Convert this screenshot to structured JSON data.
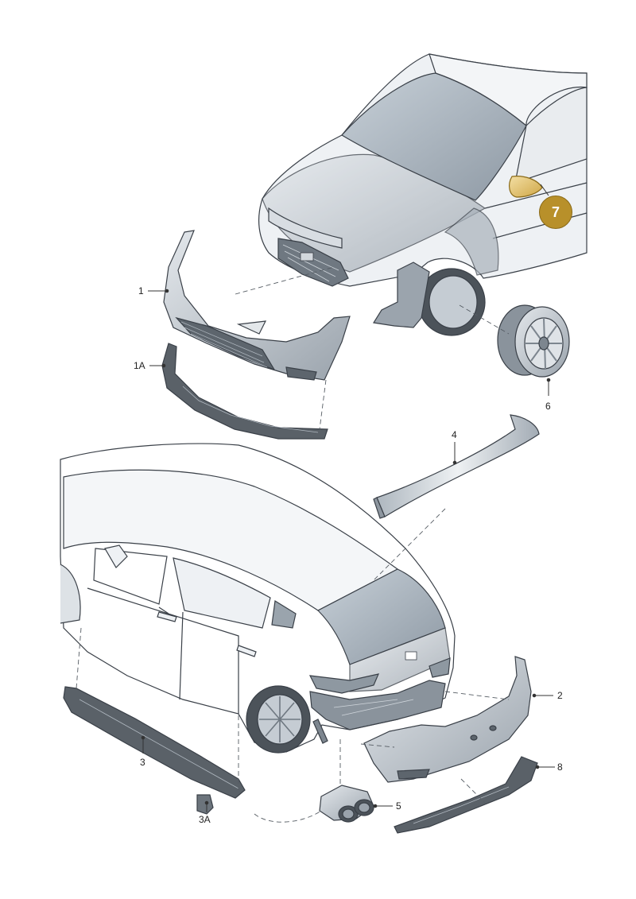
{
  "callouts": {
    "c1": "1",
    "c1a": "1A",
    "c2": "2",
    "c3": "3",
    "c3a": "3A",
    "c4": "4",
    "c5": "5",
    "c6": "6",
    "c7": "7",
    "c8": "8"
  },
  "colors": {
    "outline": "#3a4048",
    "part_fill": "#c9d0d8",
    "part_dark": "#7d868f",
    "glass": "#b8c2cc",
    "highlight": "#c9a033",
    "badge": "#b8902a"
  }
}
